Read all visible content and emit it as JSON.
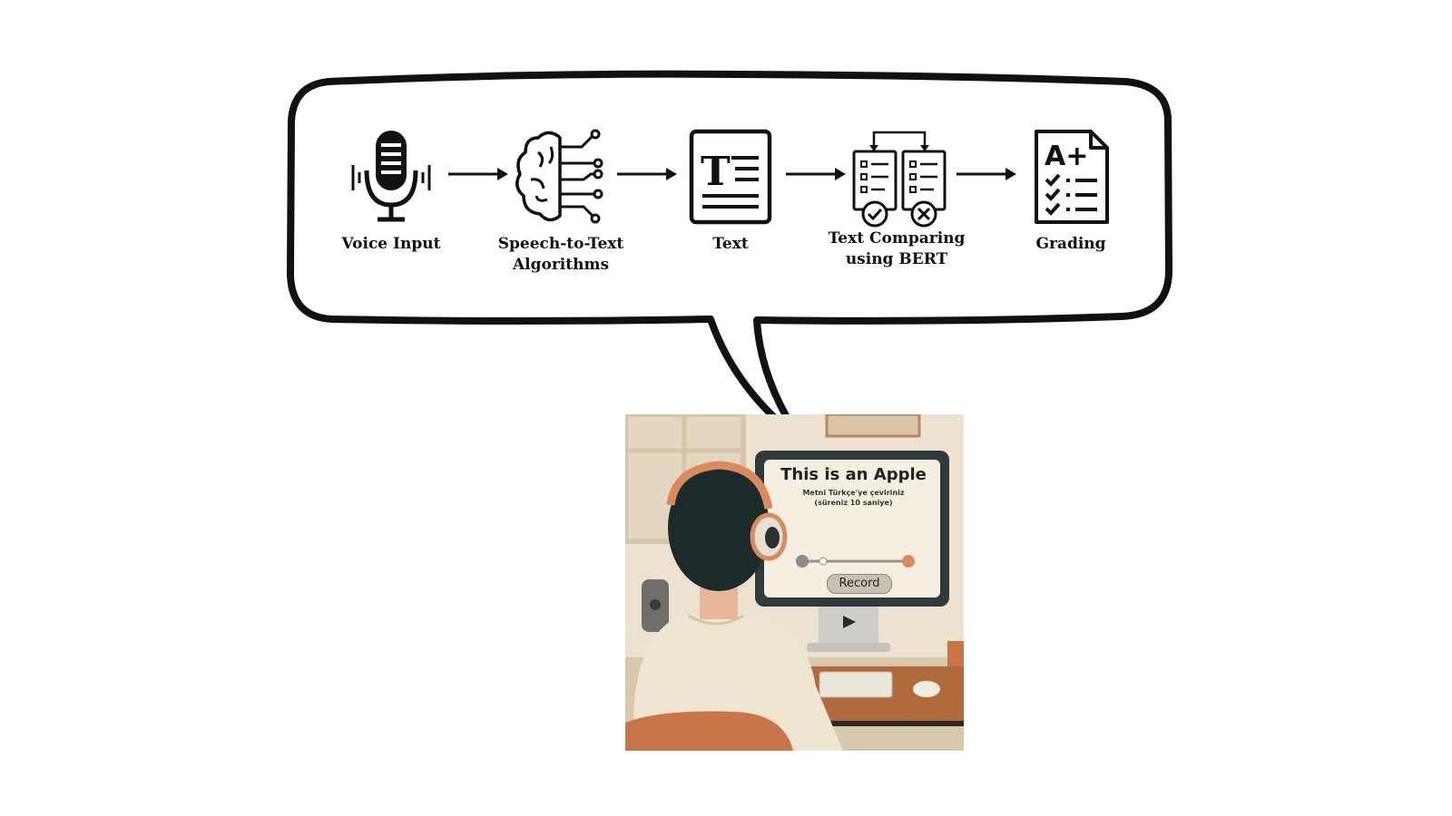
{
  "diagram": {
    "steps": [
      {
        "icon": "microphone-icon",
        "label_lines": [
          "Voice Input"
        ]
      },
      {
        "icon": "brain-circuit-icon",
        "label_lines": [
          "Speech-to-Text",
          "Algorithms"
        ]
      },
      {
        "icon": "text-document-icon",
        "label_lines": [
          "Text"
        ]
      },
      {
        "icon": "compare-documents-icon",
        "label_lines": [
          "Text Comparing",
          "using BERT"
        ]
      },
      {
        "icon": "graded-checklist-icon",
        "label_lines": [
          "Grading"
        ]
      }
    ],
    "arrow_icon": "right-arrow-icon",
    "grade_mark": "A+"
  },
  "illustration": {
    "screen_title": "This is an Apple",
    "screen_instruction": "Metni Türkçe'ye çeviriniz",
    "screen_time": "(süreniz 10 saniye)",
    "record_button": "Record",
    "colors": {
      "wall": "#ece2cf",
      "sweater": "#efe6d2",
      "chair": "#c8754a",
      "desk": "#b06a3c",
      "monitor_frame": "#2f3b3a",
      "screen": "#f5efe2"
    }
  }
}
